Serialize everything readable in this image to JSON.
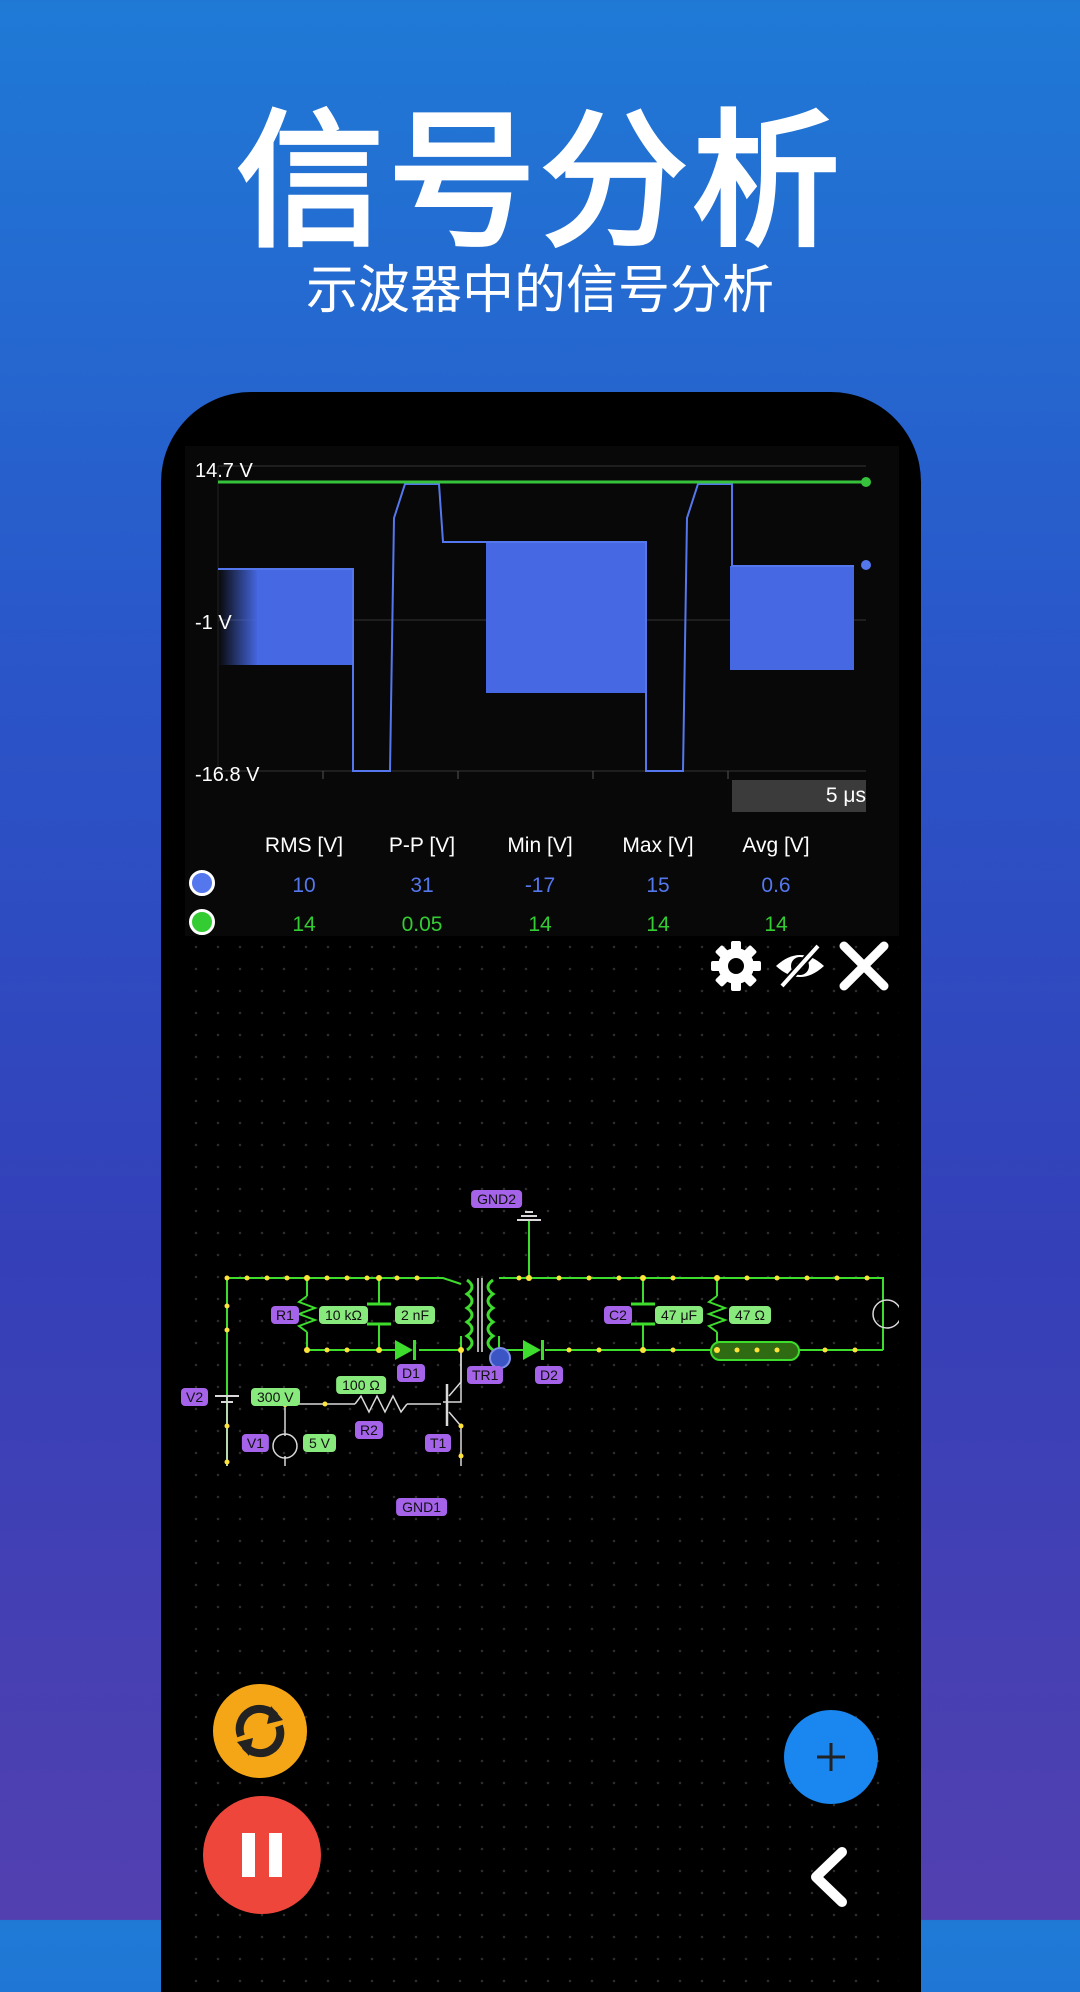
{
  "hero": {
    "title": "信号分析",
    "subtitle": "示波器中的信号分析"
  },
  "scope": {
    "y_labels": {
      "top": "14.7 V",
      "mid": "-1 V",
      "bottom": "-16.8 V"
    },
    "timebase": "5 μs",
    "colors": {
      "series1": "#4668e2",
      "series2": "#37c23c"
    },
    "table": {
      "headers": [
        "RMS [V]",
        "P-P [V]",
        "Min [V]",
        "Max [V]",
        "Avg [V]"
      ],
      "rows": [
        {
          "color": "#5577ee",
          "values": [
            "10",
            "31",
            "-17",
            "15",
            "0.6"
          ]
        },
        {
          "color": "#33cc33",
          "values": [
            "14",
            "0.05",
            "14",
            "14",
            "14"
          ]
        }
      ]
    }
  },
  "toolbar": {
    "icons": [
      "gear-icon",
      "eye-off-icon",
      "close-icon"
    ]
  },
  "circuit": {
    "labels": {
      "gnd2": "GND2",
      "gnd1": "GND1",
      "r1": "R1",
      "r1_value": "10 kΩ",
      "c1_value": "2 nF",
      "c2": "C2",
      "c2_value": "47 μF",
      "r3_value": "47 Ω",
      "d1": "D1",
      "d2": "D2",
      "tr1": "TR1",
      "r2_value": "100 Ω",
      "r2": "R2",
      "t1": "T1",
      "v2": "V2",
      "v2_value": "300 V",
      "v1": "V1",
      "v1_value": "5 V"
    }
  },
  "controls": {
    "icons": [
      "refresh-icon",
      "pause-icon",
      "add-icon",
      "back-icon"
    ]
  }
}
